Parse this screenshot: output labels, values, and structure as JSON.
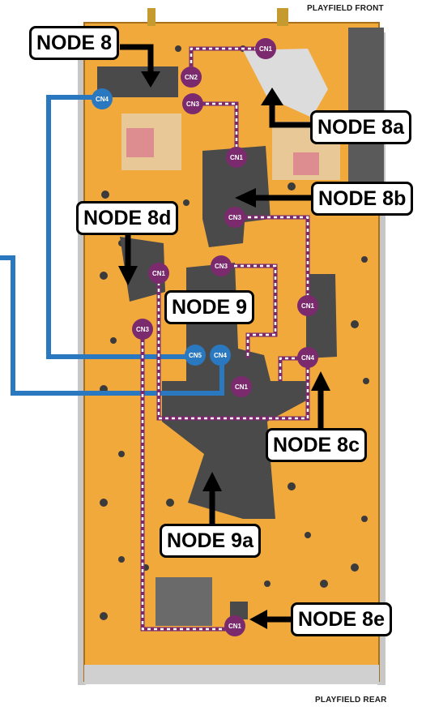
{
  "edges": {
    "front": "PLAYFIELD FRONT",
    "rear": "PLAYFIELD REAR"
  },
  "nodes": {
    "n8": "NODE 8",
    "n8a": "NODE 8a",
    "n8b": "NODE 8b",
    "n8c": "NODE 8c",
    "n8d": "NODE 8d",
    "n8e": "NODE 8e",
    "n9": "NODE 9",
    "n9a": "NODE 9a"
  },
  "connectors": {
    "n8_cn1": "CN1",
    "n8_cn2": "CN2",
    "n8_cn3": "CN3",
    "n8b_cn1": "CN1",
    "n8b_cn3": "CN3",
    "n8c_cn1": "CN1",
    "n8c_cn4": "CN4",
    "n8d_cn1": "CN1",
    "n8d_cn3": "CN3",
    "n9_cn1": "CN1",
    "n9_cn3": "CN3",
    "n9_cn4": "CN4",
    "n9_cn5": "CN5",
    "n8_cn4_blue": "CN4",
    "n8e_cn1": "CN1"
  },
  "colors": {
    "playfield": "#f2a93c",
    "board": "#4a4a4a",
    "purple": "#7b2a6e",
    "blue": "#2a78c0",
    "outline": "#000000"
  }
}
